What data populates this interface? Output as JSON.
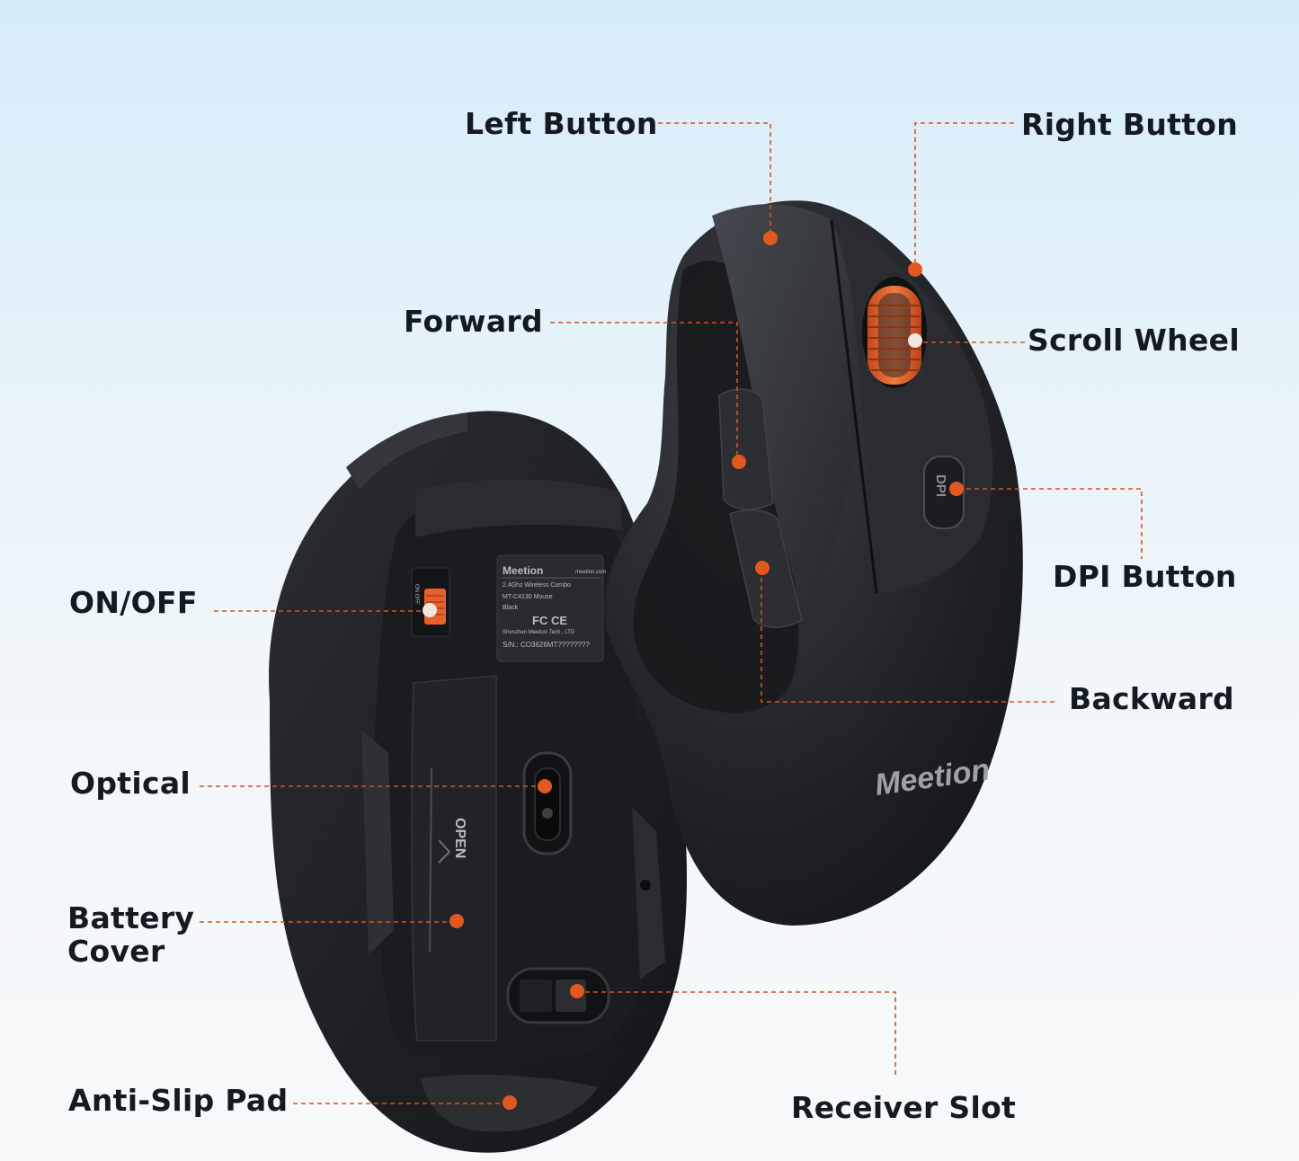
{
  "labels": {
    "left_button": "Left Button",
    "right_button": "Right Button",
    "forward": "Forward",
    "scroll_wheel": "Scroll Wheel",
    "dpi_button": "DPI Button",
    "on_off": "ON/OFF",
    "backward": "Backward",
    "optical": "Optical",
    "battery_cover": "Battery\nCover",
    "anti_slip_pad": "Anti-Slip Pad",
    "receiver_slot": "Receiver Slot"
  },
  "product": {
    "brand": "Meetion",
    "sticker": {
      "brand": "Meetion",
      "website": "meetion.com",
      "line1": "2.4Ghz Wireless Combo",
      "line2": "MT-C4130 Mouse",
      "line3": "Black",
      "maker": "Shenzhen Meetion Tech., LTD",
      "serial": "S/N.: CO3626MT????????",
      "marks": "FC CE"
    },
    "switch_text": "ON OFF",
    "battery_text": "OPEN",
    "dpi_text": "DPI"
  },
  "colors": {
    "accent": "#e8612c",
    "leader_line": "#d7541f",
    "mouse_body": "#1d1f23",
    "label_text": "#141a22"
  }
}
